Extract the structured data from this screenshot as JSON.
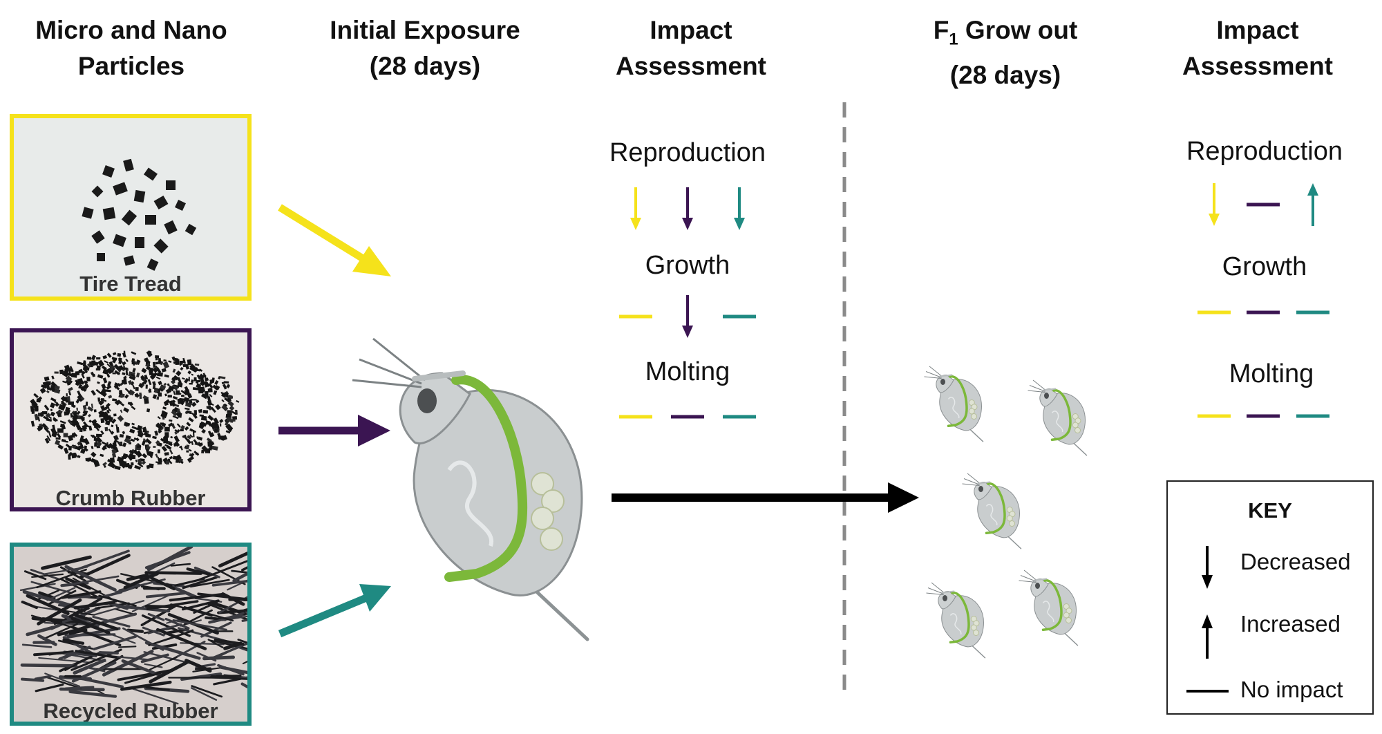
{
  "colors": {
    "tire": "#f5e21b",
    "crumb": "#3b1552",
    "recycled": "#1f8a82",
    "divider": "#8a8a8a",
    "body_green": "#7cb83a"
  },
  "headers": {
    "particles": [
      "Micro and Nano",
      "Particles"
    ],
    "initial": [
      "Initial Exposure",
      "(28 days)"
    ],
    "impact1": [
      "Impact",
      "Assessment"
    ],
    "growout_prefix": "F",
    "growout_sub": "1",
    "growout_rest": " Grow out",
    "growout_line2": "(28 days)",
    "impact2": [
      "Impact",
      "Assessment"
    ]
  },
  "panels": [
    {
      "caption": "Tire Tread",
      "color_key": "tire"
    },
    {
      "caption": "Crumb Rubber",
      "color_key": "crumb"
    },
    {
      "caption": "Recycled Rubber",
      "color_key": "recycled"
    }
  ],
  "assessment1": {
    "reproduction": {
      "label": "Reproduction",
      "effects": [
        "decreased",
        "decreased",
        "decreased"
      ]
    },
    "growth": {
      "label": "Growth",
      "effects": [
        "no-impact",
        "decreased",
        "no-impact"
      ]
    },
    "molting": {
      "label": "Molting",
      "effects": [
        "no-impact",
        "no-impact",
        "no-impact"
      ]
    }
  },
  "assessment2": {
    "reproduction": {
      "label": "Reproduction",
      "effects": [
        "decreased",
        "no-impact",
        "increased"
      ]
    },
    "growth": {
      "label": "Growth",
      "effects": [
        "no-impact",
        "no-impact",
        "no-impact"
      ]
    },
    "molting": {
      "label": "Molting",
      "effects": [
        "no-impact",
        "no-impact",
        "no-impact"
      ]
    }
  },
  "key": {
    "title": "KEY",
    "decreased": "Decreased",
    "increased": "Increased",
    "no_impact": "No impact"
  },
  "icons": [
    "daphnia-icon",
    "down-arrow-icon",
    "up-arrow-icon",
    "dash-icon"
  ]
}
